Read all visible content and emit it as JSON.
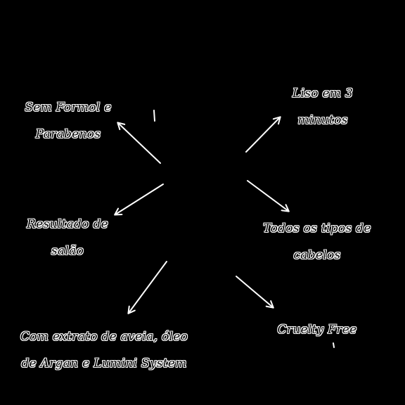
{
  "colors": {
    "background": "#000000",
    "arrow": "#ffffff",
    "text_fill": "#000000",
    "text_outline": "#ffffff"
  },
  "labels": {
    "sem_formol": {
      "line1": "Sem Formol e",
      "line2": "Parabenos"
    },
    "liso": {
      "line1": "Liso em 3",
      "line2": "minutos"
    },
    "resultado": {
      "line1": "Resultado de",
      "line2": "salão"
    },
    "todos": {
      "line1": "Todos os tipos de",
      "line2": "cabelos"
    },
    "extrato": {
      "line1": "Com extrato de aveia, óleo",
      "line2": "de Argan e Lumini System"
    },
    "cruelty": {
      "line1": "Cruelty Free"
    }
  }
}
